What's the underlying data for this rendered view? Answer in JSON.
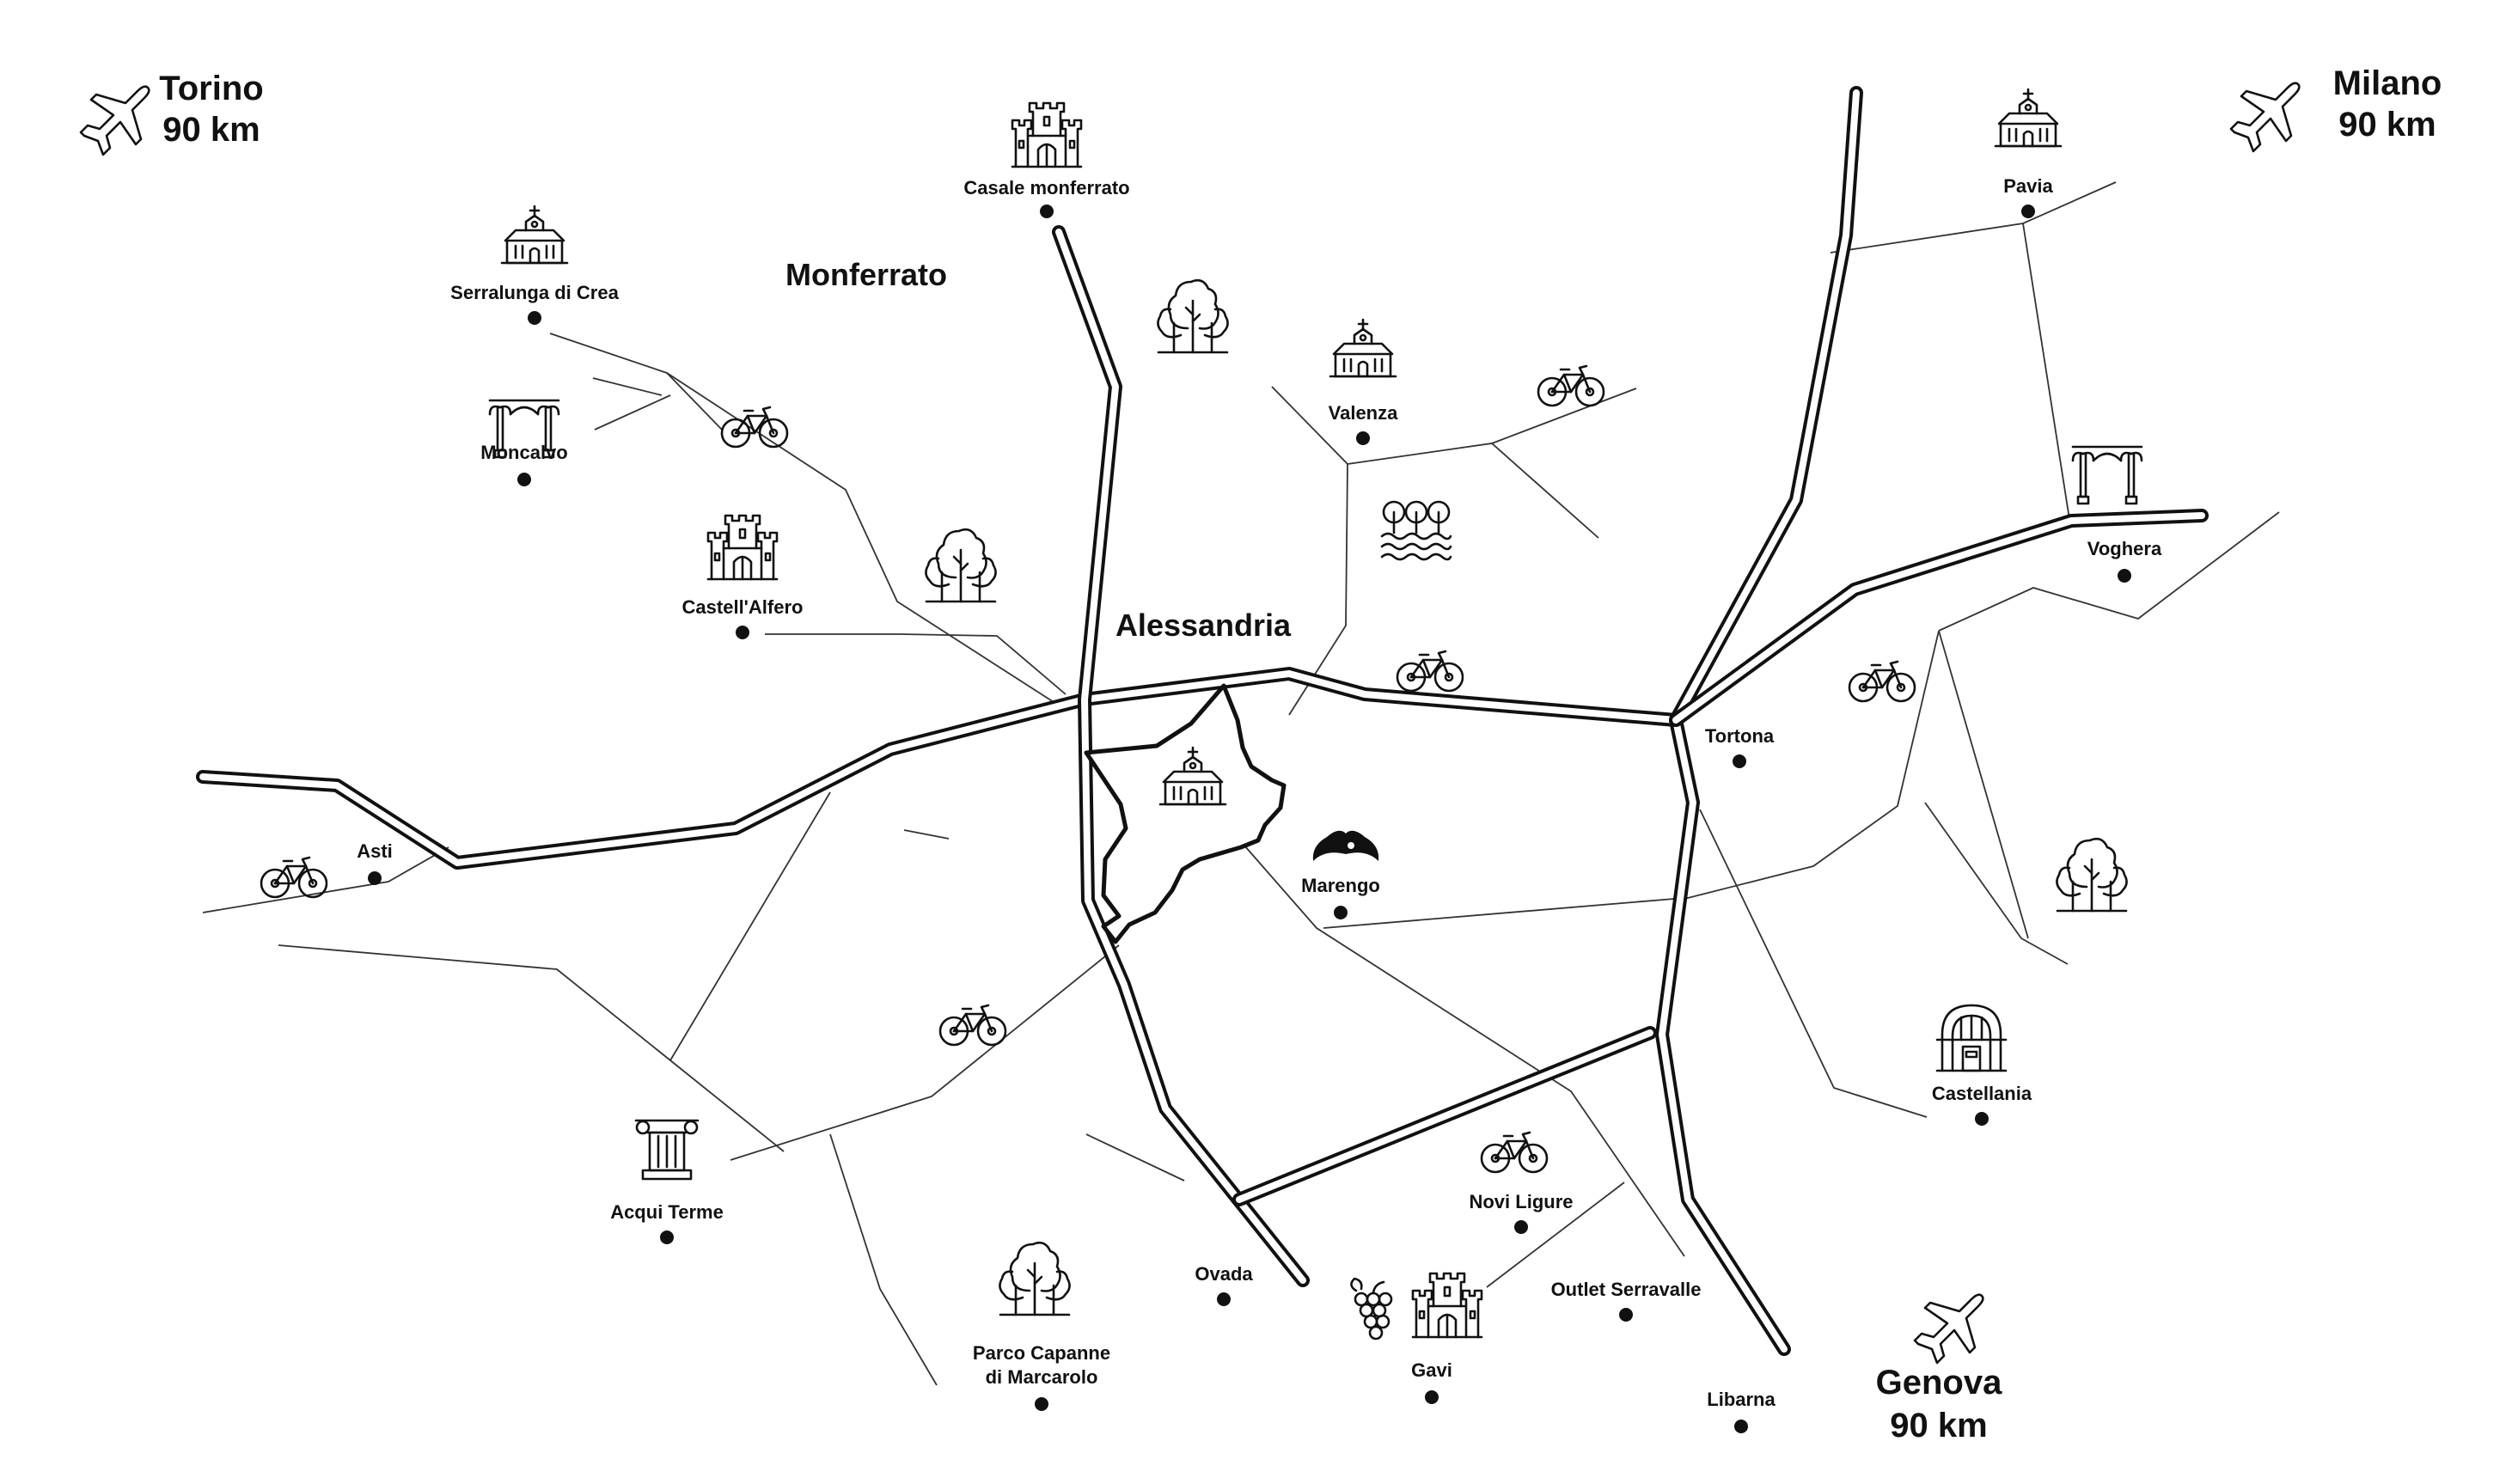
{
  "regions": {
    "monferrato": "Monferrato",
    "alessandria": "Alessandria"
  },
  "airports": [
    {
      "city": "Torino",
      "distance": "90 km",
      "icon": "airplane-icon"
    },
    {
      "city": "Milano",
      "distance": "90 km",
      "icon": "airplane-icon"
    },
    {
      "city": "Genova",
      "distance": "90 km",
      "icon": "airplane-icon"
    }
  ],
  "places": {
    "casale": "Casale monferrato",
    "serralunga": "Serralunga di Crea",
    "moncalvo": "Moncalvo",
    "castellalfero": "Castell'Alfero",
    "asti": "Asti",
    "valenza": "Valenza",
    "pavia": "Pavia",
    "voghera": "Voghera",
    "tortona": "Tortona",
    "marengo": "Marengo",
    "castellania": "Castellania",
    "acqui": "Acqui Terme",
    "parco_line1": "Parco Capanne",
    "parco_line2": "di Marcarolo",
    "ovada": "Ovada",
    "gavi": "Gavi",
    "novi": "Novi Ligure",
    "outlet": "Outlet Serravalle",
    "libarna": "Libarna"
  },
  "icons": [
    "church-icon",
    "castle-icon",
    "trees-icon",
    "bicycle-icon",
    "arches-icon",
    "column-icon",
    "napoleon-hat-icon",
    "grapes-icon",
    "wetland-trees-icon",
    "fountain-gate-icon",
    "airplane-icon"
  ],
  "colors": {
    "ink": "#111111",
    "background": "#ffffff"
  }
}
